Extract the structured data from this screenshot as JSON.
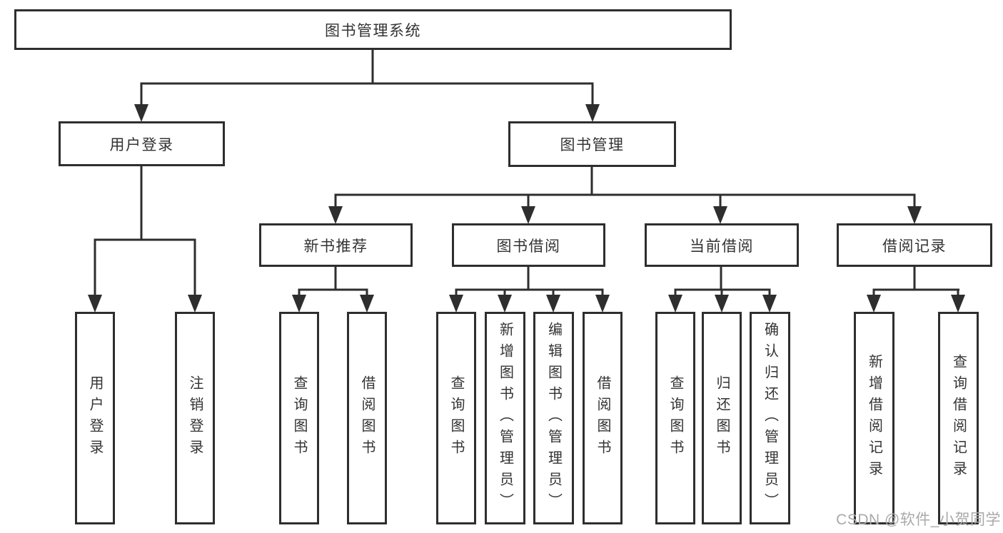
{
  "diagram": {
    "root": {
      "label": "图书管理系统"
    },
    "user_login": {
      "label": "用户登录",
      "children": [
        {
          "label": "用户登录"
        },
        {
          "label": "注销登录"
        }
      ]
    },
    "book_management": {
      "label": "图书管理",
      "sections": [
        {
          "label": "新书推荐",
          "children": [
            {
              "label": "查询图书"
            },
            {
              "label": "借阅图书"
            }
          ]
        },
        {
          "label": "图书借阅",
          "children": [
            {
              "label": "查询图书"
            },
            {
              "label": "新增图书（管理员）"
            },
            {
              "label": "编辑图书（管理员）"
            },
            {
              "label": "借阅图书"
            }
          ]
        },
        {
          "label": "当前借阅",
          "children": [
            {
              "label": "查询图书"
            },
            {
              "label": "归还图书"
            },
            {
              "label": "确认归还（管理员）"
            }
          ]
        },
        {
          "label": "借阅记录",
          "children": [
            {
              "label": "新增借阅记录"
            },
            {
              "label": "查询借阅记录"
            }
          ]
        }
      ]
    }
  },
  "watermark": {
    "text": "CSDN @软件_小贺同学"
  },
  "colors": {
    "line": "#2e2e2e",
    "box_border": "#2e2e2e",
    "box_background": "#ffffff",
    "text": "#333333",
    "watermark": "#a9a9a9",
    "background": "#ffffff"
  }
}
